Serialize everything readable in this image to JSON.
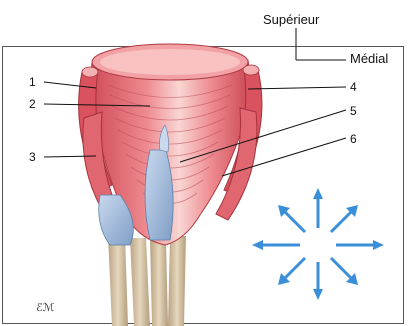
{
  "orientation": {
    "superior": "Supérieur",
    "medial": "Médial"
  },
  "callouts": [
    "1",
    "2",
    "3",
    "4",
    "5",
    "6"
  ],
  "publisher_mark": "ℰℳ",
  "colors": {
    "muscle": "#e8747c",
    "muscle_dark": "#c9444f",
    "muscle_light": "#f6c3c0",
    "tendon": "#9fb8d8",
    "bone": "#d9c7a8",
    "arrows": "#3b8fd9",
    "frame": "#555555"
  }
}
